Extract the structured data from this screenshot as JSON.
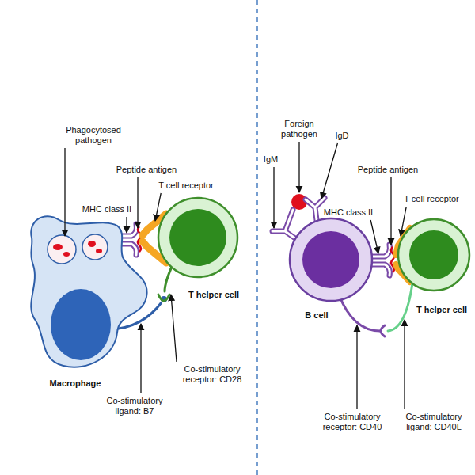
{
  "diagram": {
    "nodes": [
      {
        "text": [
          "Macrophage"
        ]
      },
      {
        "text": [
          "T helper cell"
        ]
      },
      {
        "text": [
          "B cell"
        ]
      },
      {
        "text": [
          "T helper cell"
        ]
      }
    ],
    "labels": [
      "Phagocytosed pathogen",
      "Peptide antigen",
      "T cell receptor",
      "MHC class II",
      "Co-stimulatory ligand: B7",
      "Co-stimulatory receptor: CD28",
      "Foreign pathogen",
      "IgD",
      "IgM",
      "Peptide antigen",
      "T cell receptor",
      "MHC class II",
      "Co-stimulatory receptor: CD40",
      "Co-stimulatory ligand: CD40L"
    ]
  }
}
